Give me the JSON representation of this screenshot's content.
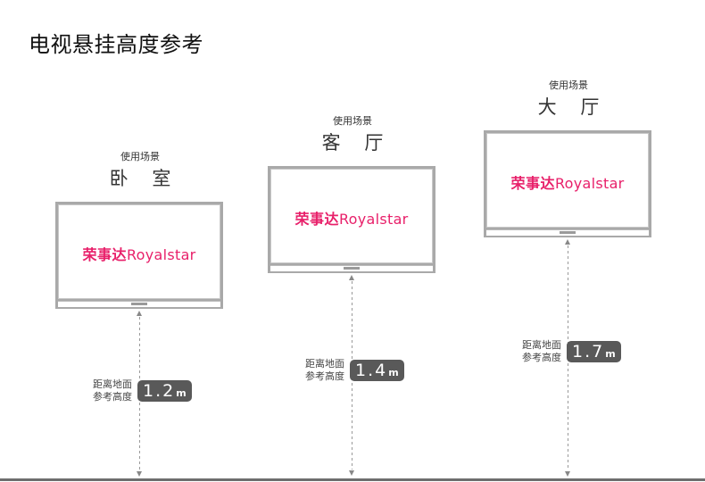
{
  "title": "电视悬挂高度参考",
  "scenes": [
    {
      "sub_label": "使用场景",
      "name": "卧 室",
      "logo_cn": "荣事达",
      "logo_en": "Royalstar",
      "measure_label_line1": "距离地面",
      "measure_label_line2": "参考高度",
      "height_value": "1.2",
      "height_unit": "m"
    },
    {
      "sub_label": "使用场景",
      "name": "客 厅",
      "logo_cn": "荣事达",
      "logo_en": "Royalstar",
      "measure_label_line1": "距离地面",
      "measure_label_line2": "参考高度",
      "height_value": "1.4",
      "height_unit": "m"
    },
    {
      "sub_label": "使用场景",
      "name": "大 厅",
      "logo_cn": "荣事达",
      "logo_en": "Royalstar",
      "measure_label_line1": "距离地面",
      "measure_label_line2": "参考高度",
      "height_value": "1.7",
      "height_unit": "m"
    }
  ],
  "colors": {
    "brand": "#e8206a",
    "badge": "#595959",
    "bezel": "#a9a9a9"
  }
}
